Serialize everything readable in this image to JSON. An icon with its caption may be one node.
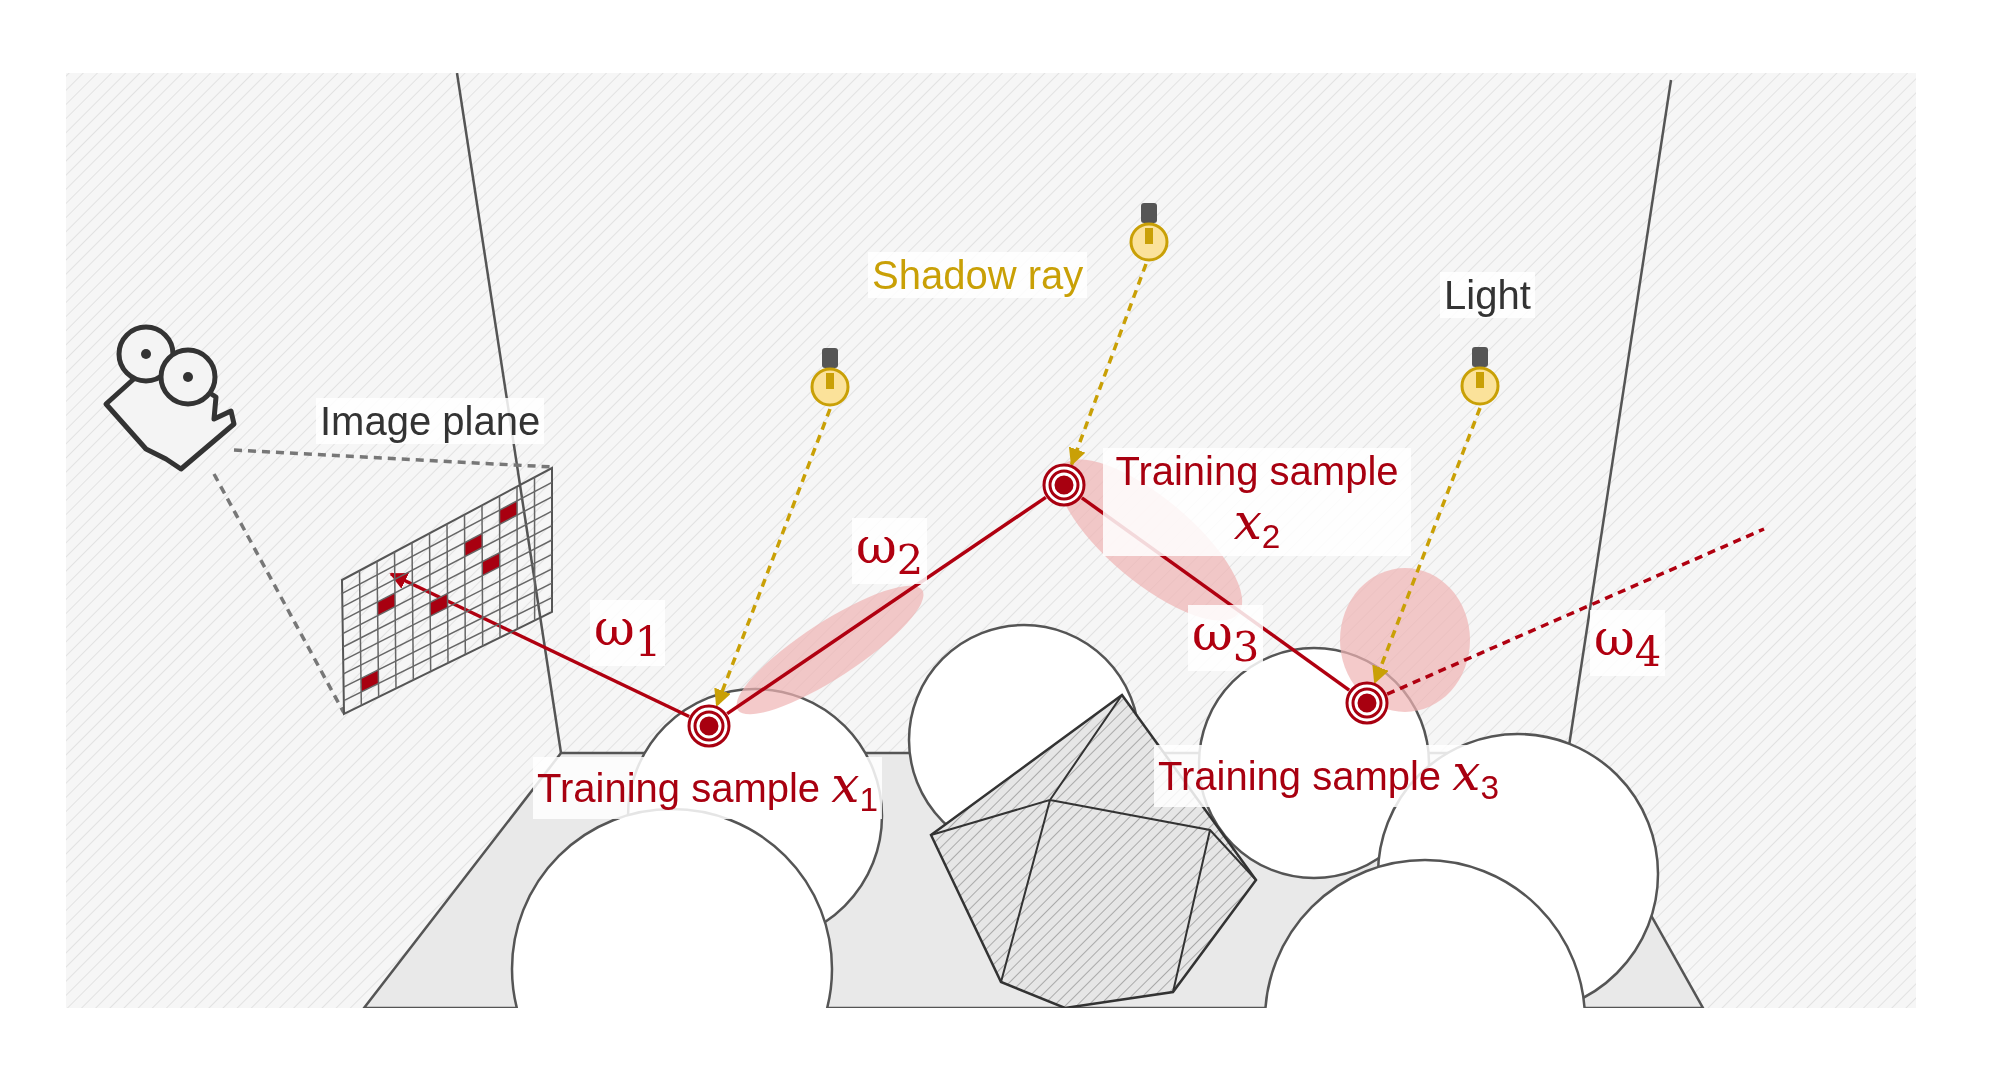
{
  "diagram": {
    "nodes": [
      {
        "text": [],
        "shape": "picture"
      },
      {
        "text": [
          "Image plane"
        ]
      },
      {
        "text": [],
        "shape": "picture"
      },
      {
        "text": [],
        "shape": "picture"
      },
      {
        "text": [],
        "shape": "picture",
        "beside": [
          "Light"
        ]
      },
      {
        "text": [],
        "shape": "circle",
        "beside": [
          "Training sample *x*$_{2}$"
        ]
      },
      {
        "text": [],
        "shape": "circle",
        "beside": [
          "Training sample *x*$_{3}$"
        ]
      },
      {
        "text": [],
        "shape": "circle",
        "beside": [
          "Training sample *x*$_{1}$"
        ]
      }
    ],
    "edges": [
      {
        "from": 7,
        "to": 1,
        "arrow": "to",
        "label": "ω$_{1}$",
        "color": "#b00010"
      },
      {
        "from": 7,
        "to": 5,
        "arrow": "none",
        "label": "ω$_{2}$",
        "color": "#b00010"
      },
      {
        "from": 5,
        "to": 6,
        "arrow": "none",
        "label": "ω$_{3}$",
        "color": "#b00010"
      },
      {
        "from": 6,
        "to": null,
        "arrow": "none",
        "label": "ω$_{4}$",
        "style": "dashed",
        "color": "#b00010"
      },
      {
        "from": 2,
        "to": 7,
        "arrow": "to",
        "style": "dashed",
        "color": "#c9a006"
      },
      {
        "from": 3,
        "to": 5,
        "arrow": "to",
        "label": "Shadow ray",
        "style": "dashed",
        "color": "#c9a006"
      },
      {
        "from": 4,
        "to": 6,
        "arrow": "to",
        "style": "dashed",
        "color": "#c9a006"
      },
      {
        "from": 0,
        "to": 1,
        "arrow": "none",
        "style": "dashed",
        "color": "#777777"
      },
      {
        "from": 0,
        "to": 1,
        "arrow": "none",
        "style": "dashed",
        "color": "#777777"
      }
    ]
  }
}
